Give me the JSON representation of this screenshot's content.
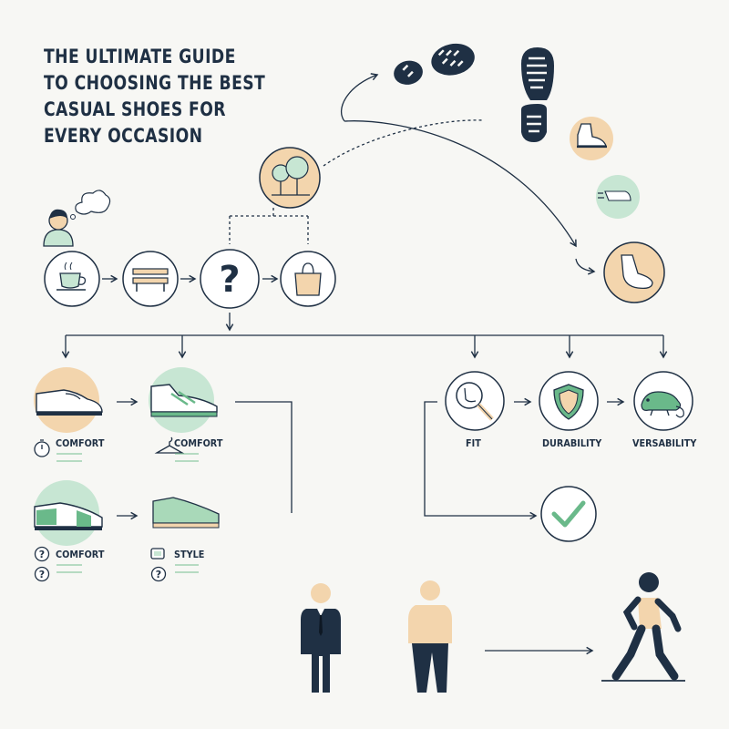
{
  "title_lines": [
    "THE ULTIMATE GUIDE",
    "TO CHOOSING THE BEST",
    "CASUAL SHOES FOR",
    "EVERY OCCASION"
  ],
  "labels": {
    "loafer_comfort": "COMFORT",
    "sneaker_comfort": "COMFORT",
    "slipon_comfort": "COMFORT",
    "slipon_style": "STYLE",
    "fit": "FIT",
    "durability": "DURABILITY",
    "versability": "VERSABILITY"
  },
  "colors": {
    "navy": "#1f3044",
    "peach": "#f3d5ad",
    "mint": "#c7e6d3",
    "green": "#6ab98a",
    "background": "#f7f7f4"
  },
  "icons": [
    "person-thinking-icon",
    "coffee-cup-icon",
    "bench-icon",
    "question-mark-icon",
    "shopping-bag-icon",
    "park-trees-icon",
    "shoe-sole-print-icon",
    "boot-sole-print-icon",
    "high-top-sneaker-icon",
    "motion-shoe-icon",
    "foot-icon",
    "loafer-shoe-icon",
    "sneaker-icon",
    "slip-on-shoe-icon",
    "green-slip-on-icon",
    "stopwatch-icon",
    "hanger-icon",
    "magnifier-foot-icon",
    "shield-icon",
    "chameleon-icon",
    "checkmark-icon",
    "businessman-figure-icon",
    "casual-man-figure-icon",
    "walking-man-figure-icon"
  ]
}
